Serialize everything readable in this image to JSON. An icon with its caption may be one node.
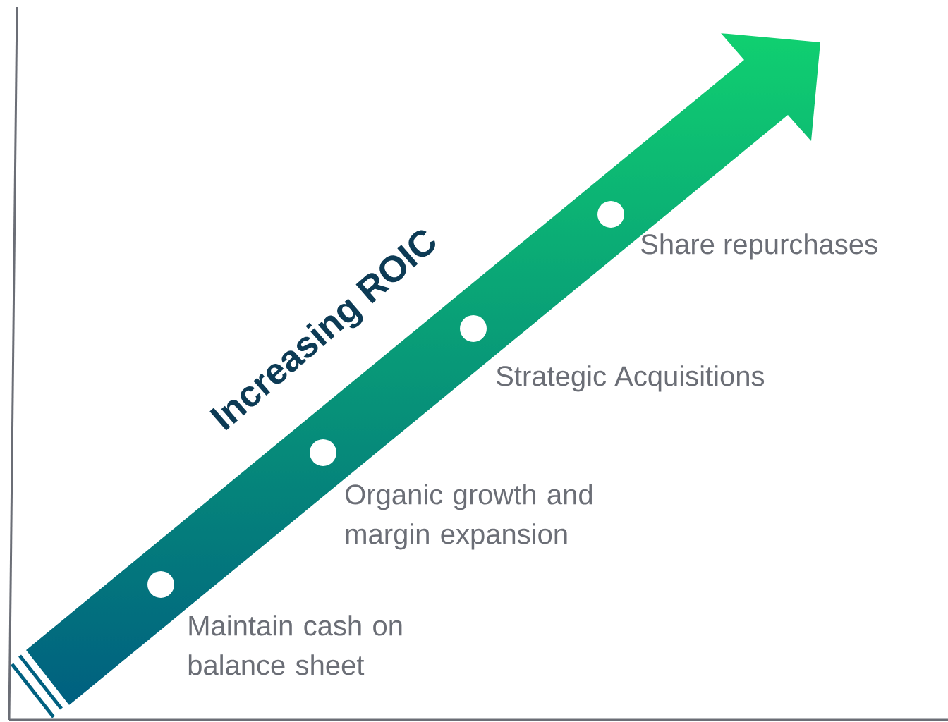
{
  "diagram": {
    "nodes": [
      {
        "text": [],
        "shape": "circle",
        "beside": [
          "Maintain cash on balance sheet"
        ]
      },
      {
        "text": [],
        "shape": "circle",
        "beside": [
          "Organic growth and margin expansion"
        ]
      },
      {
        "text": [],
        "shape": "circle",
        "beside": [
          "Strategic Acquisitions"
        ]
      },
      {
        "text": [],
        "shape": "circle",
        "beside": [
          "Share repurchases"
        ]
      }
    ],
    "labels": [
      "Increasing ROIC"
    ]
  }
}
